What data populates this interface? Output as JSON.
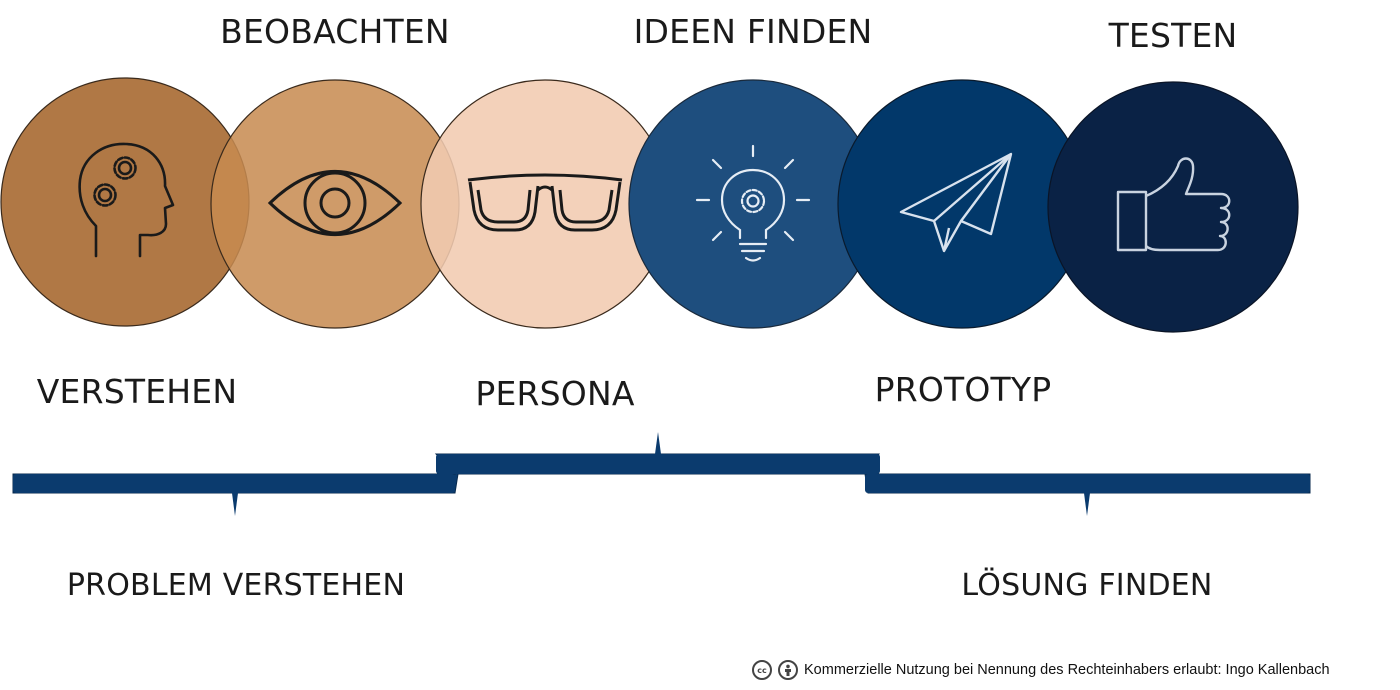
{
  "stages": [
    {
      "id": "verstehen",
      "label": "VERSTEHEN",
      "icon": "head-gears-icon",
      "color": "#ad743f",
      "stroke": "#1a1a1a"
    },
    {
      "id": "beobachten",
      "label": "BEOBACHTEN",
      "icon": "eye-icon",
      "color": "#c78b50",
      "stroke": "#1a1a1a"
    },
    {
      "id": "persona",
      "label": "PERSONA",
      "icon": "glasses-icon",
      "color": "#f1cbb0",
      "stroke": "#1a1a1a"
    },
    {
      "id": "ideen-finden",
      "label": "IDEEN FINDEN",
      "icon": "lightbulb-icon",
      "color": "#1e4e7e",
      "stroke": "#e6edf5"
    },
    {
      "id": "prototyp",
      "label": "PROTOTYP",
      "icon": "paper-plane-icon",
      "color": "#02386a",
      "stroke": "#d8e2ee"
    },
    {
      "id": "testen",
      "label": "TESTEN",
      "icon": "thumbs-up-icon",
      "color": "#0a2245",
      "stroke": "#c9d3e0"
    }
  ],
  "phases": {
    "problem": "PROBLEM VERSTEHEN",
    "loesung": "LÖSUNG FINDEN"
  },
  "bracket_color": "#0b3b6e",
  "footer": {
    "license_icons": [
      "cc-icon",
      "by-icon"
    ],
    "text": "Kommerzielle Nutzung bei Nennung des Rechteinhabers erlaubt: Ingo Kallenbach"
  }
}
